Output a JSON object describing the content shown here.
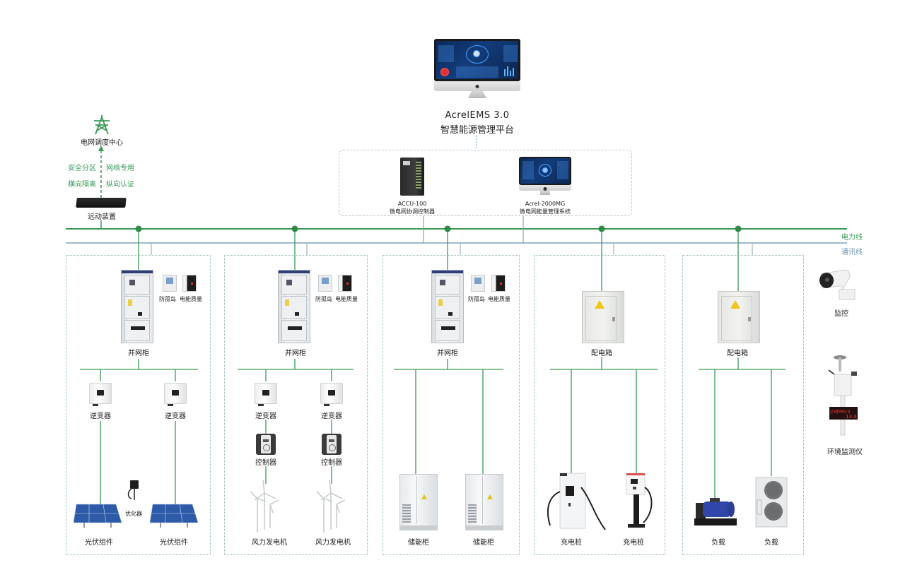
{
  "platform": {
    "title": "AcrelEMS 3.0",
    "subtitle": "智慧能源管理平台"
  },
  "grid_dispatch": {
    "label": "电网调度中心",
    "icon": "power-tower-icon",
    "security_left": [
      "安全分区",
      "横向隔离"
    ],
    "security_right": [
      "网络专用",
      "纵向认证"
    ],
    "rtu_label": "远动装置"
  },
  "control_layer": {
    "devices": [
      {
        "model": "ACCU-100",
        "name": "微电网协调控制器"
      },
      {
        "model": "Acrel-2000MG",
        "name": "微电网能量管理系统"
      }
    ]
  },
  "legend": {
    "power_line": "电力线",
    "comm_line": "通讯线"
  },
  "colors": {
    "power_line": "#3a9a55",
    "comm_line": "#7da3bf",
    "node": "#2e8b45",
    "box_border": "#8fb7b5",
    "label_green": "#3b9a5a"
  },
  "sections": [
    {
      "id": "pv",
      "top_device": "并网柜",
      "aux": [
        "防孤岛",
        "电能质量"
      ],
      "branches": [
        {
          "inverter": "逆变器",
          "source": "光伏组件"
        },
        {
          "inverter": "逆变器",
          "source": "光伏组件"
        }
      ],
      "extra": "优化器"
    },
    {
      "id": "wind",
      "top_device": "并网柜",
      "aux": [
        "防孤岛",
        "电能质量"
      ],
      "branches": [
        {
          "inverter": "逆变器",
          "controller": "控制器",
          "source": "风力发电机"
        },
        {
          "inverter": "逆变器",
          "controller": "控制器",
          "source": "风力发电机"
        }
      ]
    },
    {
      "id": "storage",
      "top_device": "并网柜",
      "aux": [
        "防孤岛",
        "电能质量"
      ],
      "branches": [
        {
          "source": "储能柜"
        },
        {
          "source": "储能柜"
        }
      ]
    },
    {
      "id": "charging",
      "top_device": "配电箱",
      "branches": [
        {
          "source": "充电桩"
        },
        {
          "source": "充电桩"
        }
      ]
    },
    {
      "id": "load",
      "top_device": "配电箱",
      "branches": [
        {
          "source": "负载"
        },
        {
          "source": "负载"
        }
      ]
    }
  ],
  "peripherals": {
    "camera": "监控",
    "env_monitor": "环境监测仪",
    "env_display": [
      "小时PM10",
      "13.4"
    ]
  }
}
